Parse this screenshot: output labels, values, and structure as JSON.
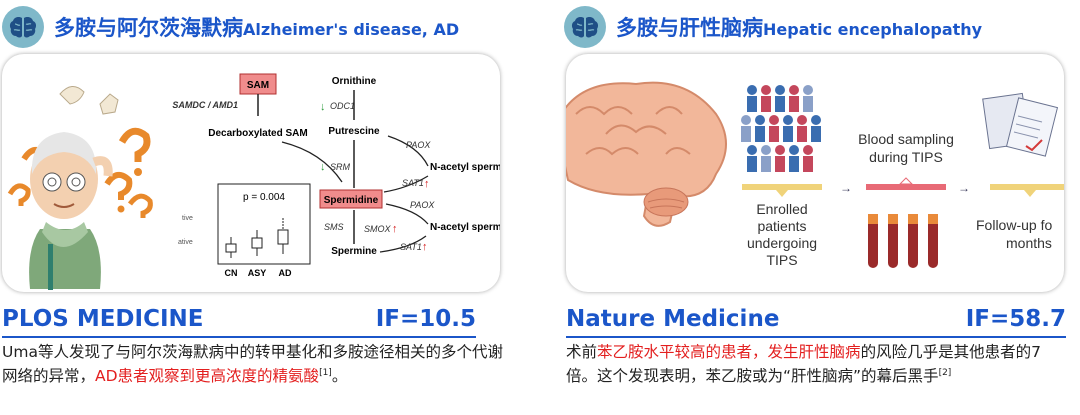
{
  "left": {
    "title_cn": "多胺与阿尔茨海默病",
    "title_en": "Alzheimer's disease, AD",
    "journal": "PLOS MEDICINE",
    "impact": "IF=10.5",
    "desc_a": "Uma等人发现了与阿尔茨海默病中的转甲基化和多胺途径相关的多个代谢网络的异常，",
    "desc_red": "AD患者观察到更高浓度的精氨酸",
    "desc_ref": "[1]",
    "desc_end": "。",
    "figure": {
      "sam": "SAM",
      "samdc": "SAMDC / AMD1",
      "dcsam": "Decarboxylated SAM",
      "ornithine": "Ornithine",
      "odc1": "ODC1",
      "putrescine": "Putrescine",
      "paox1": "PAOX",
      "nacetyl1": "N-acetyl sperm",
      "srm": "SRM",
      "sat1a": "SAT1",
      "spermidine": "Spermidine",
      "paox2": "PAOX",
      "sms": "SMS",
      "smox": "SMOX",
      "nacetyl2": "N-acetyl sperm",
      "spermine": "Spermine",
      "sat1b": "SAT1",
      "pvalue": "p = 0.004",
      "groups": [
        "CN",
        "ASY",
        "AD"
      ],
      "cut1": "tive",
      "cut2": "ative"
    }
  },
  "right": {
    "title_cn": "多胺与肝性脑病",
    "title_en": "Hepatic encephalopathy",
    "journal": "Nature Medicine",
    "impact": "IF=58.7",
    "desc_a": "术前",
    "desc_red1": "苯乙胺水平较高的患者",
    "desc_b": "，",
    "desc_red2": "发生肝性脑病",
    "desc_c": "的风险几乎是其他患者的7倍。这个发现表明，苯乙胺或为“肝性脑病”的幕后黑手",
    "desc_ref": "[2]",
    "figure": {
      "enrolled": [
        "Enrolled",
        "patients",
        "undergoing",
        "TIPS"
      ],
      "sampling": [
        "Blood sampling",
        "during TIPS"
      ],
      "followup": [
        "Follow-up fo",
        "months"
      ]
    }
  },
  "colors": {
    "accent": "#1b56c9",
    "highlight": "#e31f1f",
    "badge": "#7fb8c9"
  }
}
